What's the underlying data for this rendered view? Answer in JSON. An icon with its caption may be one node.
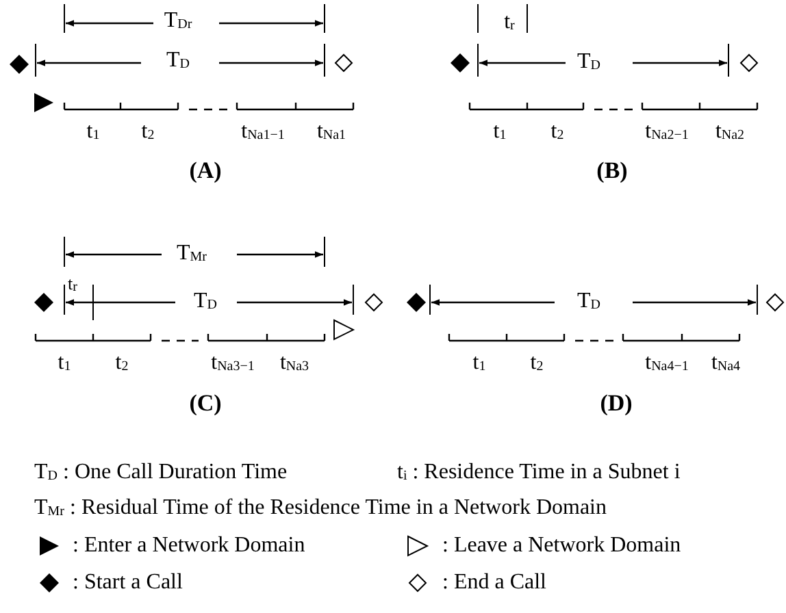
{
  "diagram": {
    "labels": [
      "T$_{Dr}$",
      "T$_{D}$",
      "t$_{1}$",
      "t$_{2}$",
      "t$_{Na1−1}$",
      "t$_{Na1}$",
      "(A)",
      "t$_{r}$",
      "T$_{D}$",
      "t$_{1}$",
      "t$_{2}$",
      "t$_{Na2−1}$",
      "t$_{Na2}$",
      "(B)",
      "T$_{Mr}$",
      "t$_{r}$",
      "T$_{D}$",
      "t$_{1}$",
      "t$_{2}$",
      "t$_{Na3−1}$",
      "t$_{Na3}$",
      "(C)",
      "T$_{D}$",
      "t$_{1}$",
      "t$_{2}$",
      "t$_{Na4−1}$",
      "t$_{Na4}$",
      "(D)",
      "T$_{D}$ : One Call Duration Time",
      "t$_{i}$ : Residence Time in a Subnet i",
      "T$_{Mr}$ : Residual Time of the Residence Time in a Network Domain"
    ],
    "legend": [
      {
        "text": ": Enter a Network Domain"
      },
      {
        "text": ": Leave a Network Domain"
      },
      {
        "text": ": Start a Call"
      },
      {
        "text": ": End a Call"
      }
    ]
  }
}
